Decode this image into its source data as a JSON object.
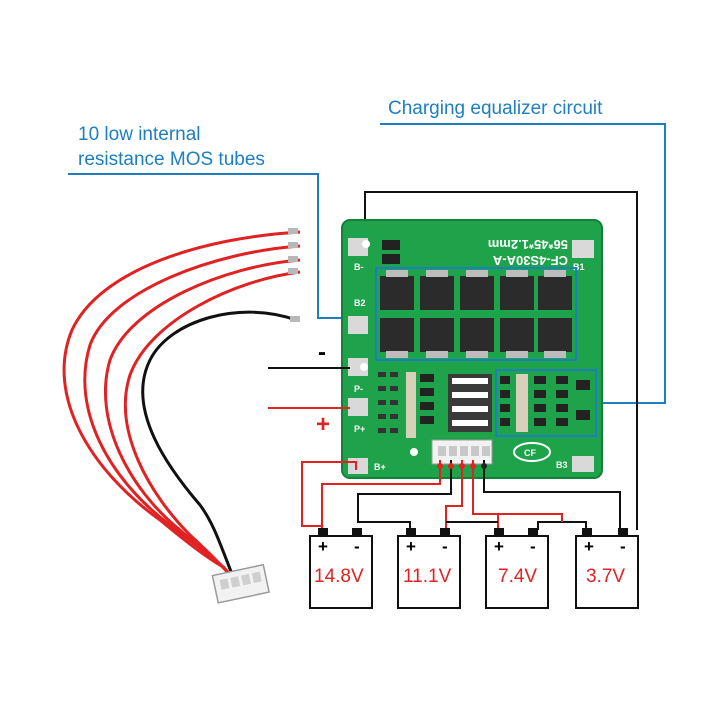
{
  "callouts": {
    "mos_line1": "10 low internal",
    "mos_line2": "resistance MOS tubes",
    "equalizer": "Charging equalizer circuit"
  },
  "board": {
    "model": "CF-4S30A-A",
    "size": "56*45*1.2mm",
    "pad_b_minus": "B-",
    "pad_b2": "B2",
    "pad_p_minus": "P-",
    "pad_p_plus": "P+",
    "pad_b_plus": "B+",
    "pad_b1": "B1",
    "pad_b3": "B3",
    "logo": "CF"
  },
  "output_signs": {
    "minus": "-",
    "plus": "+"
  },
  "batteries": [
    {
      "voltage": "14.8V",
      "plus": "+",
      "minus": "-"
    },
    {
      "voltage": "11.1V",
      "plus": "+",
      "minus": "-"
    },
    {
      "voltage": "7.4V",
      "plus": "+",
      "minus": "-"
    },
    {
      "voltage": "3.7V",
      "plus": "+",
      "minus": "-"
    }
  ],
  "colors": {
    "callout_blue": "#1d7fc0",
    "pcb_green": "#1fa34a",
    "wire_red": "#e02222",
    "wire_black": "#111111"
  }
}
